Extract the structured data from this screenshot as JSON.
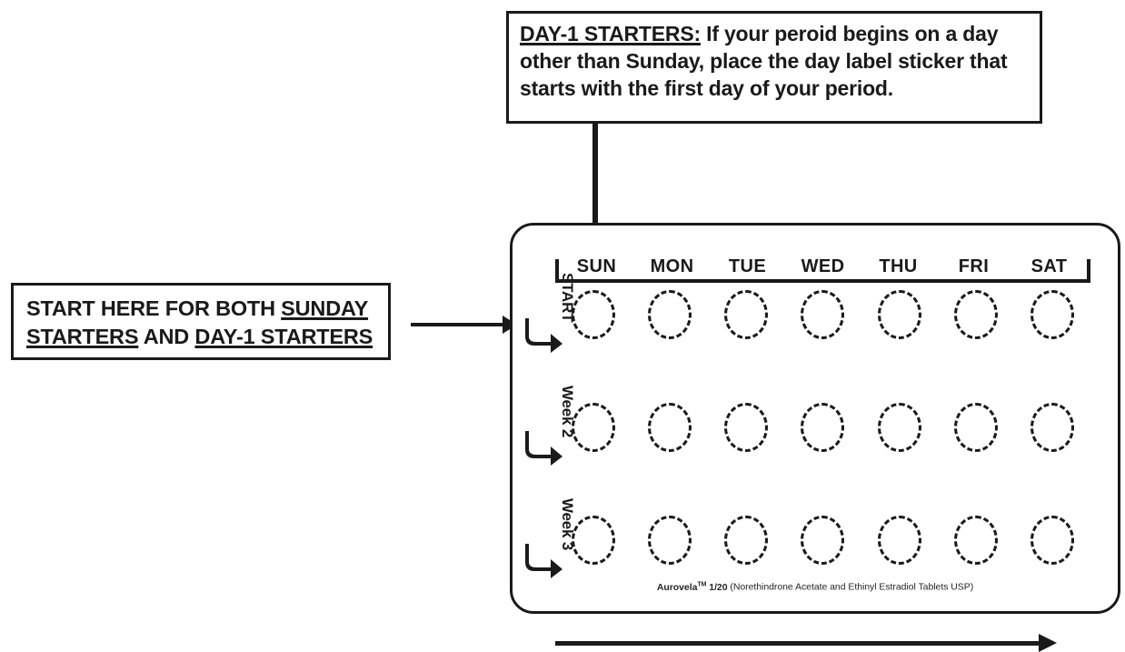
{
  "callouts": {
    "day1": {
      "lead": "DAY-1 STARTERS:",
      "body": " If your peroid begins on a day other than Sunday, place the day label sticker that starts with the first day of your period."
    },
    "start_here": {
      "part1": "START HERE FOR BOTH ",
      "part2": "SUNDAY STARTERS",
      "part3": " AND ",
      "part4": "DAY-1 STARTERS"
    }
  },
  "card": {
    "day_headers": [
      "SUN",
      "MON",
      "TUE",
      "WED",
      "THU",
      "FRI",
      "SAT"
    ],
    "weeks": [
      {
        "label": "START",
        "pills": 7
      },
      {
        "label": "Week 2",
        "pills": 7
      },
      {
        "label": "Week 3",
        "pills": 7
      }
    ],
    "fine_print": {
      "brand": "Aurovela",
      "tm": "TM",
      "strength": " 1/20",
      "generic": " (Norethindrone Acetate and Ethinyl Estradiol Tablets USP)"
    }
  },
  "colors": {
    "ink": "#1a1a1a",
    "paper": "#ffffff"
  }
}
